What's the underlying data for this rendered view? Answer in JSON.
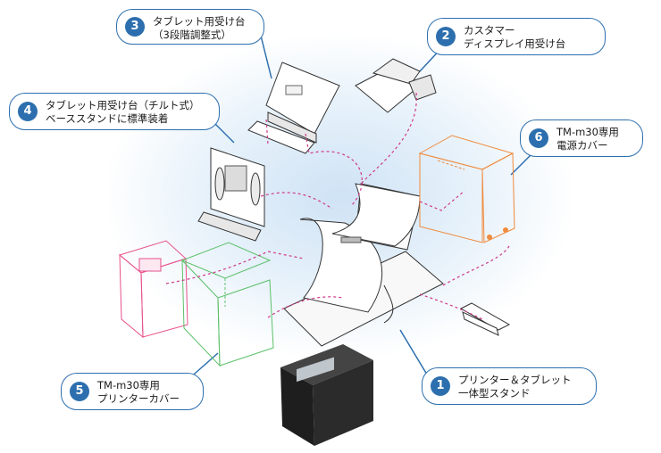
{
  "callouts": [
    {
      "number": "3",
      "lines": [
        "タブレット用受け台",
        "（3段階調整式）"
      ]
    },
    {
      "number": "2",
      "lines": [
        "カスタマー",
        "ディスプレイ用受け台"
      ]
    },
    {
      "number": "4",
      "lines": [
        "タブレット用受け台（チルト式）",
        "ベーススタンドに標準装着"
      ]
    },
    {
      "number": "6",
      "lines": [
        "TM-m30専用",
        "電源カバー"
      ]
    },
    {
      "number": "5",
      "lines": [
        "TM-m30専用",
        "プリンターカバー"
      ]
    },
    {
      "number": "1",
      "lines": [
        "プリンター＆タブレット",
        "一体型スタンド"
      ]
    }
  ],
  "colors": {
    "accent": "#2d6fae",
    "connector": "#d0398a",
    "power_cover": "#f08a3c",
    "printer_cover_pink": "#e8508a",
    "printer_cover_green": "#5cc06a",
    "printer_body": "#2b2b2b"
  }
}
